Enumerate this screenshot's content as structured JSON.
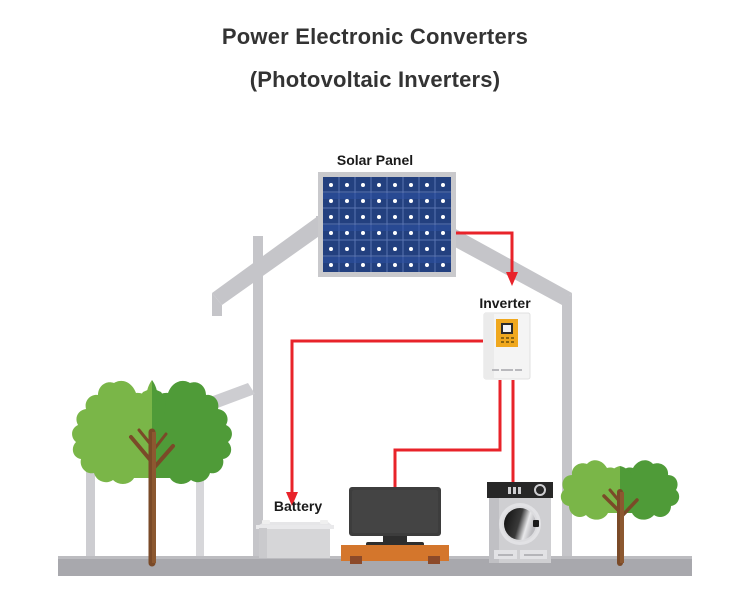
{
  "title": {
    "line1": "Power Electronic Converters",
    "line2": "(Photovoltaic Inverters)",
    "color": "#333333"
  },
  "labels": {
    "solar_panel": "Solar Panel",
    "inverter": "Inverter",
    "battery": "Battery"
  },
  "colors": {
    "background": "#ffffff",
    "house_outline": "#c4c4c8",
    "house_outline_dark": "#b0b0b5",
    "ground": "#a8a8ad",
    "wire_red": "#e8232a",
    "panel_blue_dark": "#23407f",
    "panel_blue": "#2d51a3",
    "panel_frame": "#c9c9cc",
    "panel_cell_dot": "#ffffff",
    "inverter_body": "#f2f2f2",
    "inverter_accent": "#f0a81e",
    "inverter_screen": "#2b2b2b",
    "battery_body": "#d6d6d8",
    "battery_top": "#e8e8ea",
    "tv_screen": "#3d3d3d",
    "tv_stand": "#d4762c",
    "tv_stand_leg": "#8c4a2a",
    "washer_body": "#cfcfd2",
    "washer_panel": "#272727",
    "washer_door": "#1a1a1a",
    "tree_foliage_light": "#7ab648",
    "tree_foliage_dark": "#4f9b38",
    "tree_trunk": "#7a4a28"
  },
  "diagram": {
    "type": "solar-pv-system-schematic",
    "nodes": [
      {
        "name": "solar-panel",
        "label": "Solar Panel"
      },
      {
        "name": "inverter",
        "label": "Inverter"
      },
      {
        "name": "battery",
        "label": "Battery"
      },
      {
        "name": "television",
        "label": ""
      },
      {
        "name": "washing-machine",
        "label": ""
      }
    ],
    "connections": [
      {
        "from": "solar-panel",
        "to": "inverter"
      },
      {
        "from": "inverter",
        "to": "battery"
      },
      {
        "from": "inverter",
        "to": "television"
      },
      {
        "from": "inverter",
        "to": "washing-machine"
      }
    ]
  }
}
